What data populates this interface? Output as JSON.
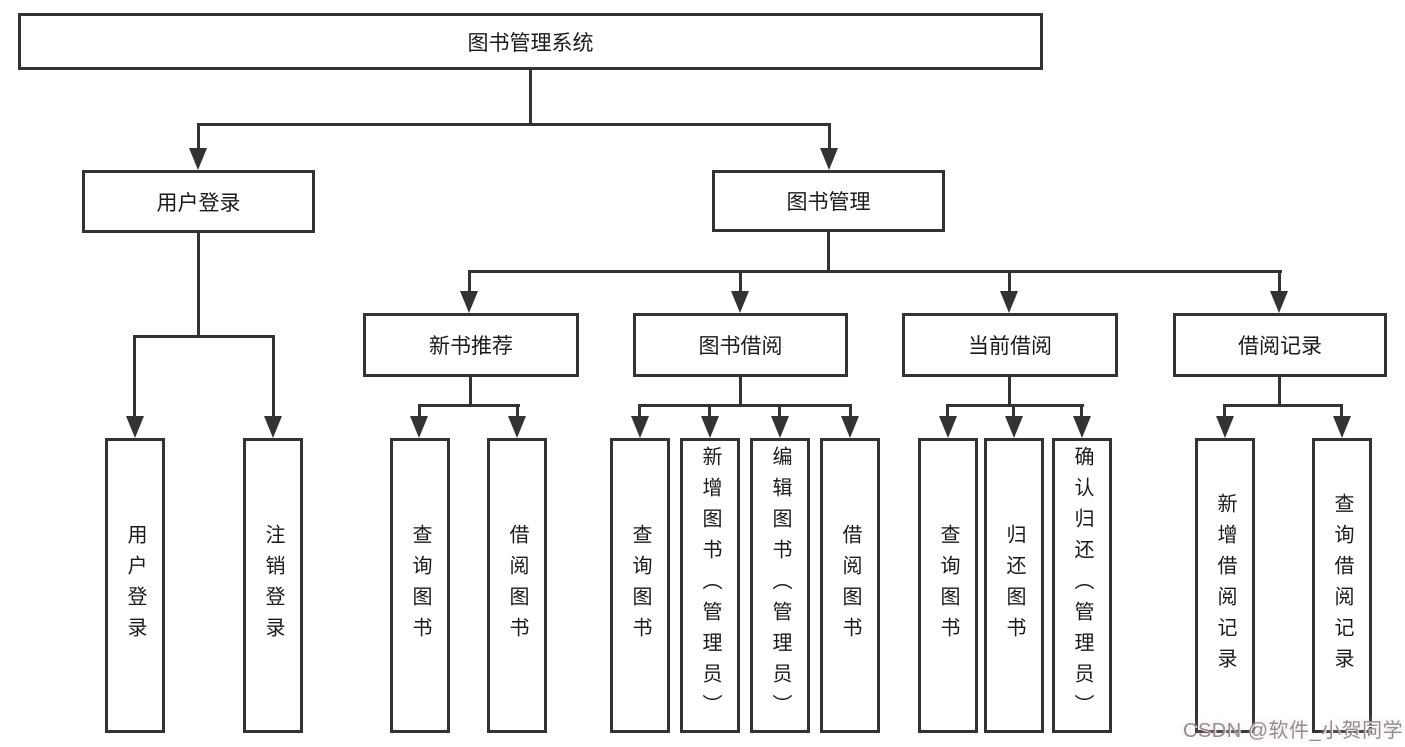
{
  "diagram": {
    "title": "图书管理系统",
    "root": {
      "label": "图书管理系统"
    },
    "level1": [
      {
        "label": "用户登录"
      },
      {
        "label": "图书管理"
      }
    ],
    "level2": [
      {
        "label": "新书推荐",
        "parent": "图书管理"
      },
      {
        "label": "图书借阅",
        "parent": "图书管理"
      },
      {
        "label": "当前借阅",
        "parent": "图书管理"
      },
      {
        "label": "借阅记录",
        "parent": "图书管理"
      }
    ],
    "leaves": [
      {
        "label": "用户登录",
        "parent": "用户登录"
      },
      {
        "label": "注销登录",
        "parent": "用户登录"
      },
      {
        "label": "查询图书",
        "parent": "新书推荐"
      },
      {
        "label": "借阅图书",
        "parent": "新书推荐"
      },
      {
        "label": "查询图书",
        "parent": "图书借阅"
      },
      {
        "label": "新增图书（管理员）",
        "parent": "图书借阅"
      },
      {
        "label": "编辑图书（管理员）",
        "parent": "图书借阅"
      },
      {
        "label": "借阅图书",
        "parent": "图书借阅"
      },
      {
        "label": "查询图书",
        "parent": "当前借阅"
      },
      {
        "label": "归还图书",
        "parent": "当前借阅"
      },
      {
        "label": "确认归还（管理员）",
        "parent": "当前借阅"
      },
      {
        "label": "新增借阅记录",
        "parent": "借阅记录"
      },
      {
        "label": "查询借阅记录",
        "parent": "借阅记录"
      }
    ]
  },
  "watermark": {
    "text": "CSDN @软件_小贺同学"
  },
  "colors": {
    "line": "#333333",
    "box_border": "#333333",
    "box_fill": "#ffffff",
    "text": "#1a1a1a",
    "watermark_text": "#8f8f8f",
    "background": "#ffffff"
  }
}
